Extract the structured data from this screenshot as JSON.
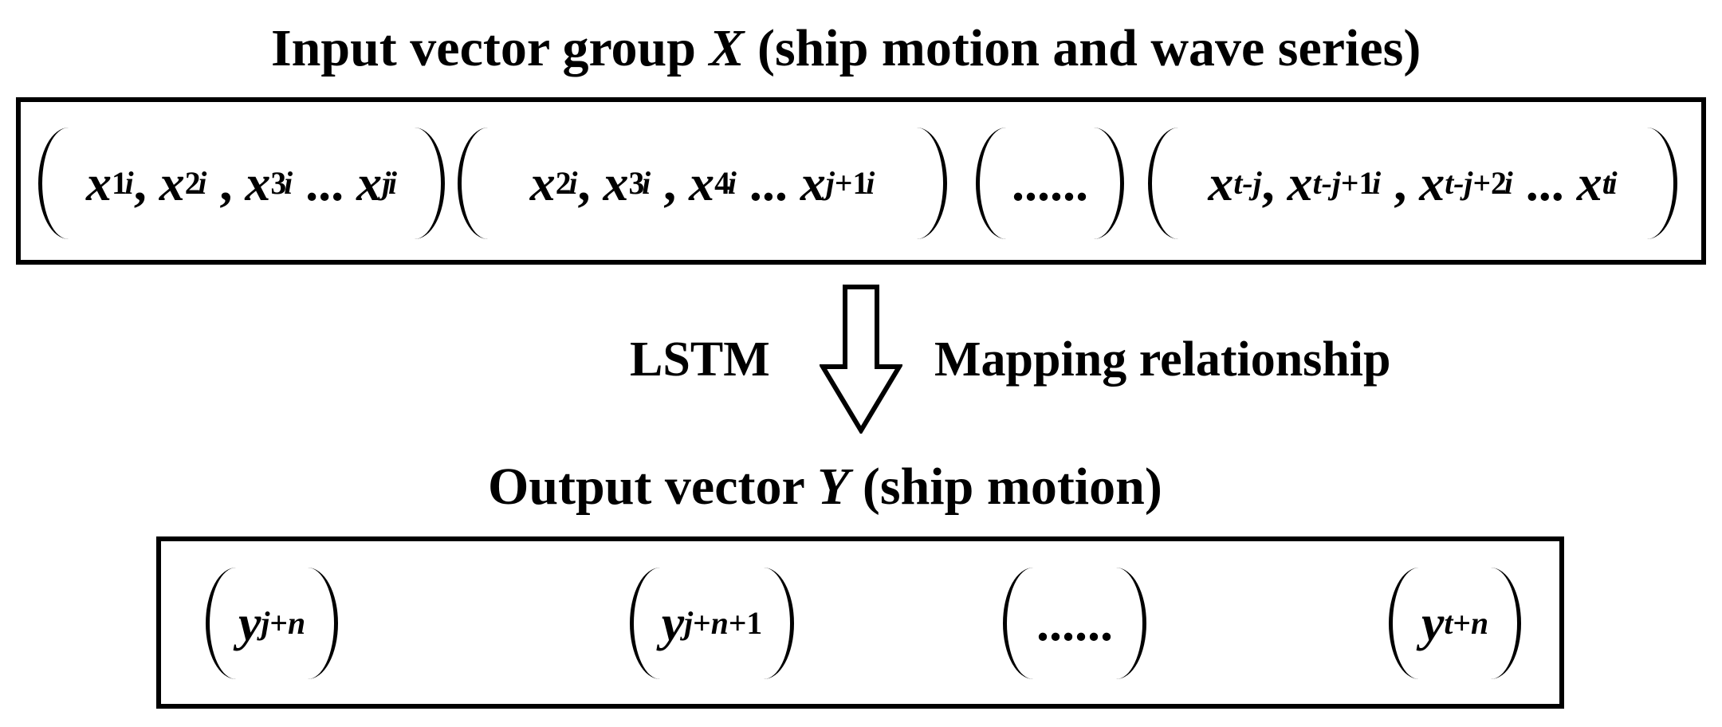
{
  "input_title": {
    "pre": "Input vector group ",
    "var": "X",
    "post": " (ship motion and wave series)"
  },
  "mapping": {
    "left_label": "LSTM",
    "right_label": "Mapping relationship"
  },
  "output_title": {
    "pre": "Output vector ",
    "var": "Y",
    "post": " (ship motion)"
  },
  "ellipsis": "......",
  "ellipsis_short": "...",
  "input_vectors": {
    "v1": {
      "a_base": "x",
      "a_sub": "1",
      "a_sup": "i",
      "b_base": "x",
      "b_sub": "2",
      "b_sup": "i",
      "c_base": "x",
      "c_sub": "3",
      "c_sup": "i",
      "d_base": "x",
      "d_sub": "j",
      "d_sup": "i"
    },
    "v2": {
      "a_base": "x",
      "a_sub": "2",
      "a_sup": "i",
      "b_base": "x",
      "b_sub": "3",
      "b_sup": "i",
      "c_base": "x",
      "c_sub": "4",
      "c_sup": "i",
      "d_base": "x",
      "d_sub_it": "j",
      "d_sub_num": "+1",
      "d_sup": "i"
    },
    "v4": {
      "a_base": "x",
      "a_sub": "t-j",
      "b_base": "x",
      "b_sub_it": "t-j",
      "b_sub_num": "+1",
      "b_sup": "i",
      "c_base": "x",
      "c_sub_it": "t-j",
      "c_sub_num": "+2",
      "c_sup": "i",
      "d_base": "x",
      "d_sub": "t",
      "d_sup": "i"
    }
  },
  "output_vectors": {
    "o1": {
      "base": "y",
      "sub_it": "j",
      "sub_plus": "+",
      "sub_it2": "n"
    },
    "o2": {
      "base": "y",
      "sub_it": "j",
      "sub_plus": "+",
      "sub_it2": "n",
      "sub_num": "+1"
    },
    "o4": {
      "base": "y",
      "sub_it": "t",
      "sub_plus": "+",
      "sub_it2": "n"
    }
  }
}
